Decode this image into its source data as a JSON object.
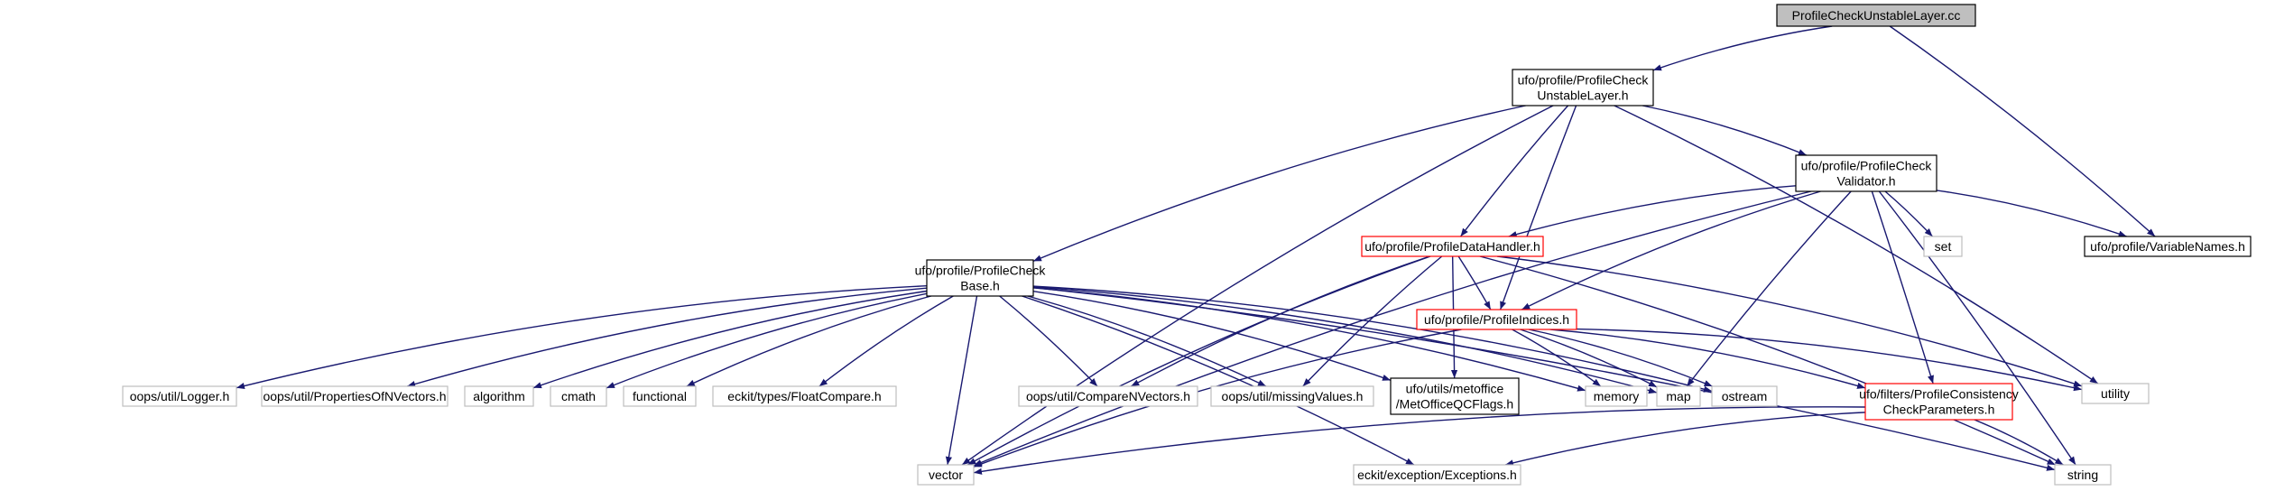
{
  "colors": {
    "root_fill": "#bfbfbf",
    "node_border": "#000000",
    "highlight_border": "#ff0000",
    "external_border": "#bfbfbf",
    "edge": "#191970"
  },
  "nodes": {
    "root": {
      "lines": [
        "ProfileCheckUnstableLayer.cc"
      ],
      "style": "root"
    },
    "unstable_h": {
      "lines": [
        "ufo/profile/ProfileCheck",
        "UnstableLayer.h"
      ],
      "style": "normal"
    },
    "validator_h": {
      "lines": [
        "ufo/profile/ProfileCheck",
        "Validator.h"
      ],
      "style": "normal"
    },
    "datahandler_h": {
      "lines": [
        "ufo/profile/ProfileDataHandler.h"
      ],
      "style": "red"
    },
    "base_h": {
      "lines": [
        "ufo/profile/ProfileCheck",
        "Base.h"
      ],
      "style": "normal"
    },
    "indices_h": {
      "lines": [
        "ufo/profile/ProfileIndices.h"
      ],
      "style": "red"
    },
    "varnames_h": {
      "lines": [
        "ufo/profile/VariableNames.h"
      ],
      "style": "normal"
    },
    "set": {
      "lines": [
        "set"
      ],
      "style": "external"
    },
    "consistency_h": {
      "lines": [
        "ufo/filters/ProfileConsistency",
        "CheckParameters.h"
      ],
      "style": "red"
    },
    "utility": {
      "lines": [
        "utility"
      ],
      "style": "external"
    },
    "string": {
      "lines": [
        "string"
      ],
      "style": "external"
    },
    "vector": {
      "lines": [
        "vector"
      ],
      "style": "external"
    },
    "exceptions_h": {
      "lines": [
        "eckit/exception/Exceptions.h"
      ],
      "style": "external"
    },
    "logger_h": {
      "lines": [
        "oops/util/Logger.h"
      ],
      "style": "external"
    },
    "propsof_h": {
      "lines": [
        "oops/util/PropertiesOfNVectors.h"
      ],
      "style": "external"
    },
    "algorithm": {
      "lines": [
        "algorithm"
      ],
      "style": "external"
    },
    "cmath": {
      "lines": [
        "cmath"
      ],
      "style": "external"
    },
    "functional": {
      "lines": [
        "functional"
      ],
      "style": "external"
    },
    "floatcompare_h": {
      "lines": [
        "eckit/types/FloatCompare.h"
      ],
      "style": "external"
    },
    "comparen_h": {
      "lines": [
        "oops/util/CompareNVectors.h"
      ],
      "style": "external"
    },
    "missing_h": {
      "lines": [
        "oops/util/missingValues.h"
      ],
      "style": "external"
    },
    "metoffice_h": {
      "lines": [
        "ufo/utils/metoffice",
        "/MetOfficeQCFlags.h"
      ],
      "style": "normal"
    },
    "memory": {
      "lines": [
        "memory"
      ],
      "style": "external"
    },
    "map": {
      "lines": [
        "map"
      ],
      "style": "external"
    },
    "ostream": {
      "lines": [
        "ostream"
      ],
      "style": "external"
    }
  },
  "edges": [
    [
      "root",
      "unstable_h"
    ],
    [
      "root",
      "varnames_h"
    ],
    [
      "unstable_h",
      "validator_h"
    ],
    [
      "unstable_h",
      "datahandler_h"
    ],
    [
      "unstable_h",
      "base_h"
    ],
    [
      "unstable_h",
      "indices_h"
    ],
    [
      "unstable_h",
      "utility"
    ],
    [
      "unstable_h",
      "vector"
    ],
    [
      "validator_h",
      "varnames_h"
    ],
    [
      "validator_h",
      "set"
    ],
    [
      "validator_h",
      "datahandler_h"
    ],
    [
      "validator_h",
      "consistency_h"
    ],
    [
      "validator_h",
      "indices_h"
    ],
    [
      "validator_h",
      "string"
    ],
    [
      "validator_h",
      "map"
    ],
    [
      "validator_h",
      "vector"
    ],
    [
      "datahandler_h",
      "indices_h"
    ],
    [
      "datahandler_h",
      "comparen_h"
    ],
    [
      "datahandler_h",
      "missing_h"
    ],
    [
      "datahandler_h",
      "metoffice_h"
    ],
    [
      "datahandler_h",
      "utility"
    ],
    [
      "datahandler_h",
      "string"
    ],
    [
      "datahandler_h",
      "vector"
    ],
    [
      "base_h",
      "logger_h"
    ],
    [
      "base_h",
      "propsof_h"
    ],
    [
      "base_h",
      "algorithm"
    ],
    [
      "base_h",
      "cmath"
    ],
    [
      "base_h",
      "functional"
    ],
    [
      "base_h",
      "floatcompare_h"
    ],
    [
      "base_h",
      "comparen_h"
    ],
    [
      "base_h",
      "missing_h"
    ],
    [
      "base_h",
      "metoffice_h"
    ],
    [
      "base_h",
      "memory"
    ],
    [
      "base_h",
      "map"
    ],
    [
      "base_h",
      "ostream"
    ],
    [
      "base_h",
      "exceptions_h"
    ],
    [
      "base_h",
      "string"
    ],
    [
      "base_h",
      "vector"
    ],
    [
      "indices_h",
      "memory"
    ],
    [
      "indices_h",
      "map"
    ],
    [
      "indices_h",
      "ostream"
    ],
    [
      "indices_h",
      "consistency_h"
    ],
    [
      "indices_h",
      "utility"
    ],
    [
      "indices_h",
      "vector"
    ],
    [
      "consistency_h",
      "exceptions_h"
    ],
    [
      "consistency_h",
      "string"
    ],
    [
      "consistency_h",
      "vector"
    ]
  ]
}
